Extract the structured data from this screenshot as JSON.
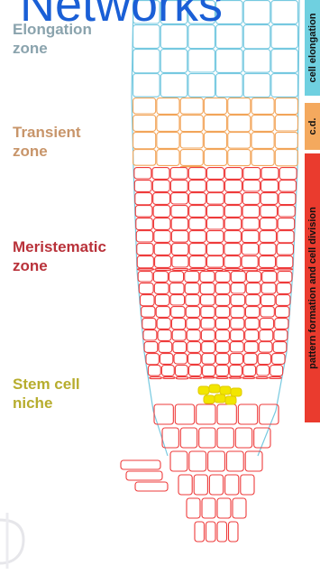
{
  "title": "Networks",
  "zones": [
    {
      "id": "elongation",
      "label": "Elongation zone",
      "color": "#8aa3ad"
    },
    {
      "id": "transient",
      "label": "Transient zone",
      "color": "#c8956a"
    },
    {
      "id": "meristematic",
      "label": "Meristematic zone",
      "color": "#b9323a"
    },
    {
      "id": "stem",
      "label": "Stem cell niche",
      "color": "#b7ad2e"
    }
  ],
  "bars": [
    {
      "id": "elongation",
      "label": "cell elongation",
      "color": "#6fd0e0"
    },
    {
      "id": "cd",
      "label": "c.d.",
      "color": "#f4a95e"
    },
    {
      "id": "division",
      "label": "pattern formation and cell division",
      "color": "#ea3b2e"
    }
  ],
  "colors": {
    "elongation_cells": "#76c9e0",
    "transient_cells": "#f2a55a",
    "meristem_cells": "#ee3b3b",
    "stem_cells": "#f2e600",
    "title": "#1a5fd6"
  }
}
